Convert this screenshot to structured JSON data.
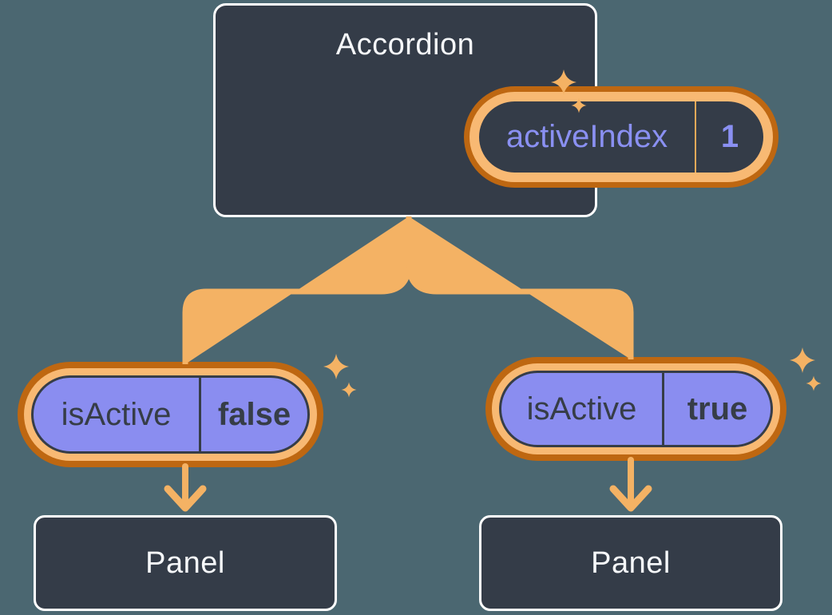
{
  "colors": {
    "bg": "#4B6771",
    "card": "#343C48",
    "card-border": "#FFFFFF",
    "title-text": "#F6F8FA",
    "ring-dark": "#BE6711",
    "ring-light": "#F8B973",
    "purple": "#8A8DF0",
    "purple-text": "#8A90F2",
    "dark-text": "#363D47",
    "divider-orange": "#ECA958",
    "line": "#F4B264",
    "sparkle": "#F4B264"
  },
  "accordion": {
    "title": "Accordion",
    "state": {
      "name": "activeIndex",
      "value": "1"
    }
  },
  "children": [
    {
      "prop": {
        "name": "isActive",
        "value": "false"
      },
      "panel": {
        "label": "Panel"
      }
    },
    {
      "prop": {
        "name": "isActive",
        "value": "true"
      },
      "panel": {
        "label": "Panel"
      }
    }
  ]
}
